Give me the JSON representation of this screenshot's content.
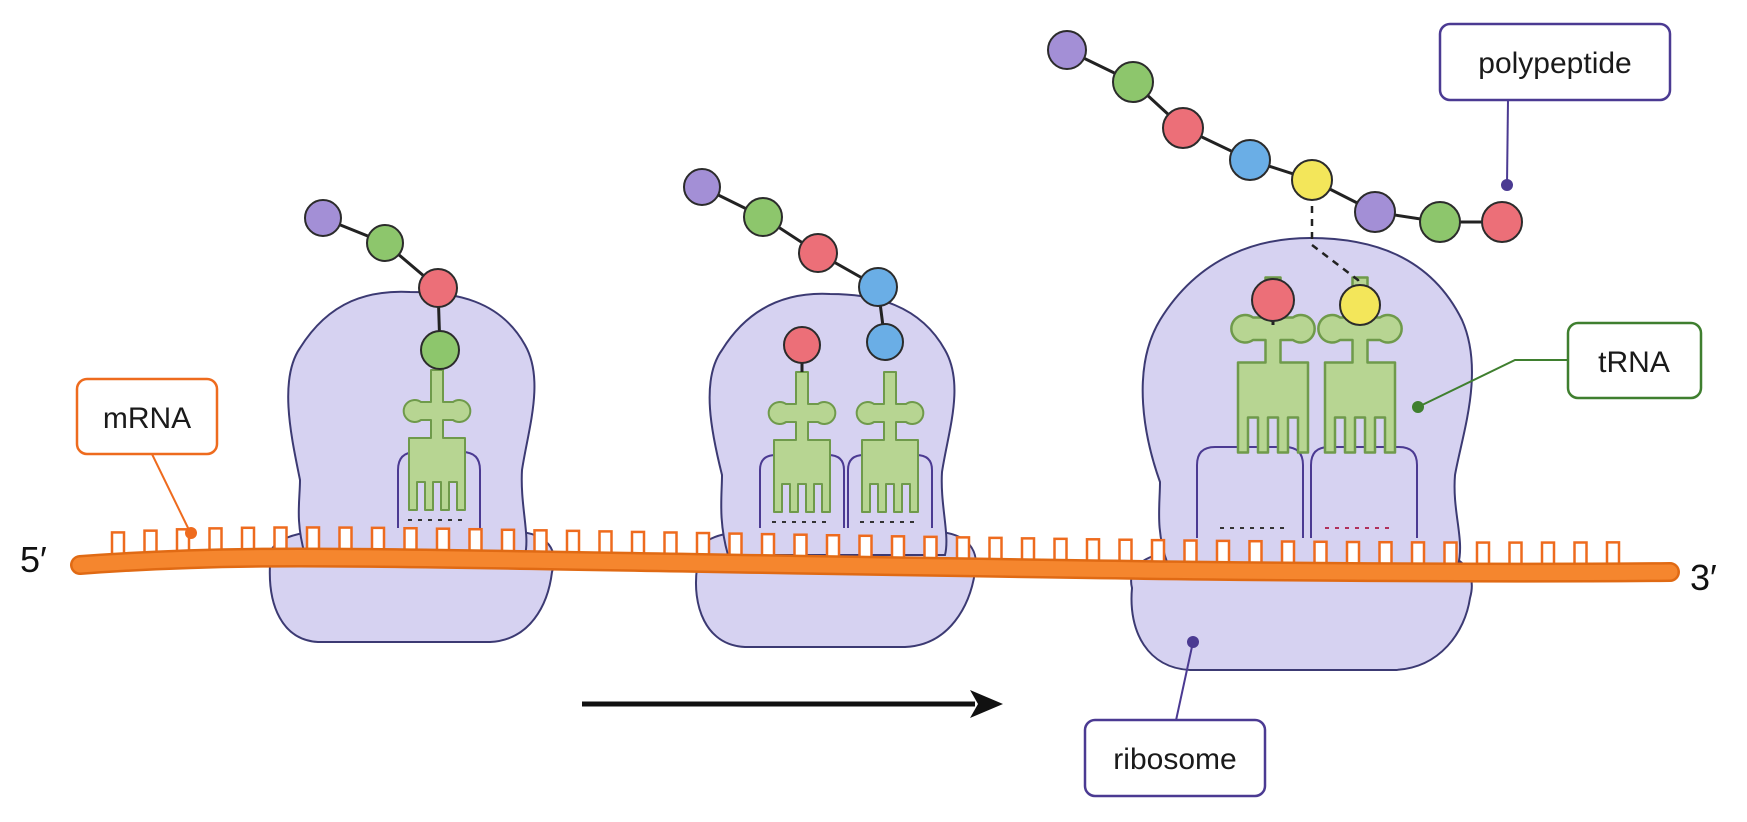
{
  "labels": {
    "mrna": "mRNA",
    "trna": "tRNA",
    "polypeptide": "polypeptide",
    "ribosome": "ribosome",
    "five_prime": "5′",
    "three_prime": "3′"
  },
  "colors": {
    "mrna": "#f5862e",
    "mrna_label": "#ee6b1e",
    "trna_fill": "#b7d592",
    "trna_stroke": "#6f9a4b",
    "trna_label": "#3f7f2f",
    "ribosome_fill": "#d6d2f1",
    "ribosome_stroke": "#3c3a73",
    "polypeptide_label": "#4b3a92",
    "ribosome_label": "#4b3a92",
    "amino_purple": "#a38fd6",
    "amino_green": "#8dc66c",
    "amino_red": "#ec6f78",
    "amino_blue": "#6aaee6",
    "amino_yellow": "#f3e65a"
  }
}
